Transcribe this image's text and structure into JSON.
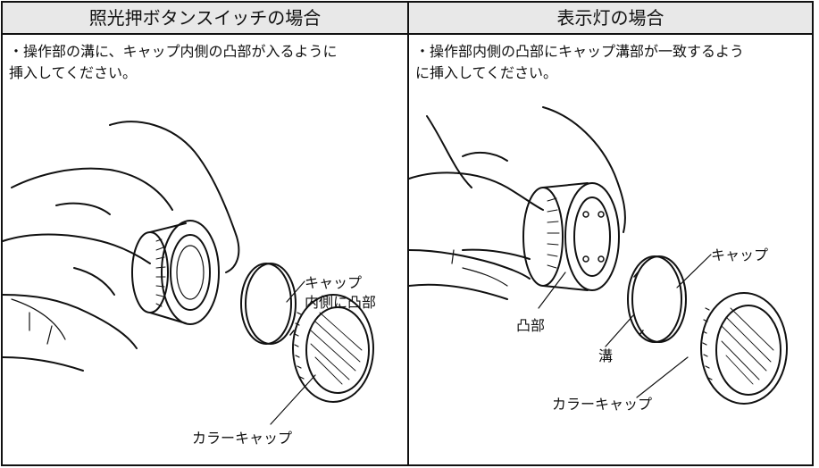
{
  "headers": {
    "left": "照光押ボタンスイッチの場合",
    "right": "表示灯の場合"
  },
  "left_panel": {
    "instruction_line1": "・操作部の溝に、キャップ内側の凸部が入るように",
    "instruction_line2": "挿入してください。",
    "labels": {
      "cap_line1": "キャップ",
      "cap_line2": "内側に凸部",
      "color_cap": "カラーキャップ"
    }
  },
  "right_panel": {
    "instruction_line1": "・操作部内側の凸部にキャップ溝部が一致するよう",
    "instruction_line2": "に挿入してください。",
    "labels": {
      "cap": "キャップ",
      "protrusion": "凸部",
      "groove": "溝",
      "color_cap": "カラーキャップ"
    }
  }
}
